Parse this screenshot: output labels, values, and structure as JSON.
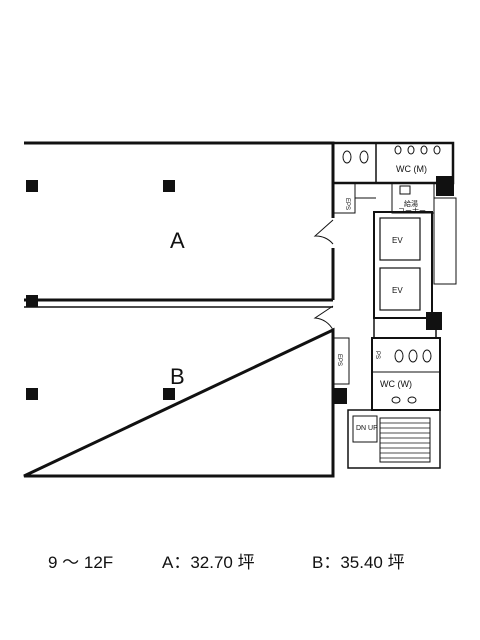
{
  "plan": {
    "units": [
      {
        "label": "A"
      },
      {
        "label": "B"
      }
    ],
    "rooms": {
      "wc_men": "WC (M)",
      "wc_women": "WC (W)",
      "kitchen_line1": "給湯",
      "kitchen_line2": "コーナー",
      "elevator_1": "EV",
      "elevator_2": "EV",
      "eps_upper": "EPS",
      "eps_lower": "EPS",
      "ps": "PS",
      "stairs": "DN UP"
    }
  },
  "caption": {
    "floors": "9 〜 12F",
    "unit_a": "A：32.70 坪",
    "unit_b": "B：35.40 坪"
  }
}
